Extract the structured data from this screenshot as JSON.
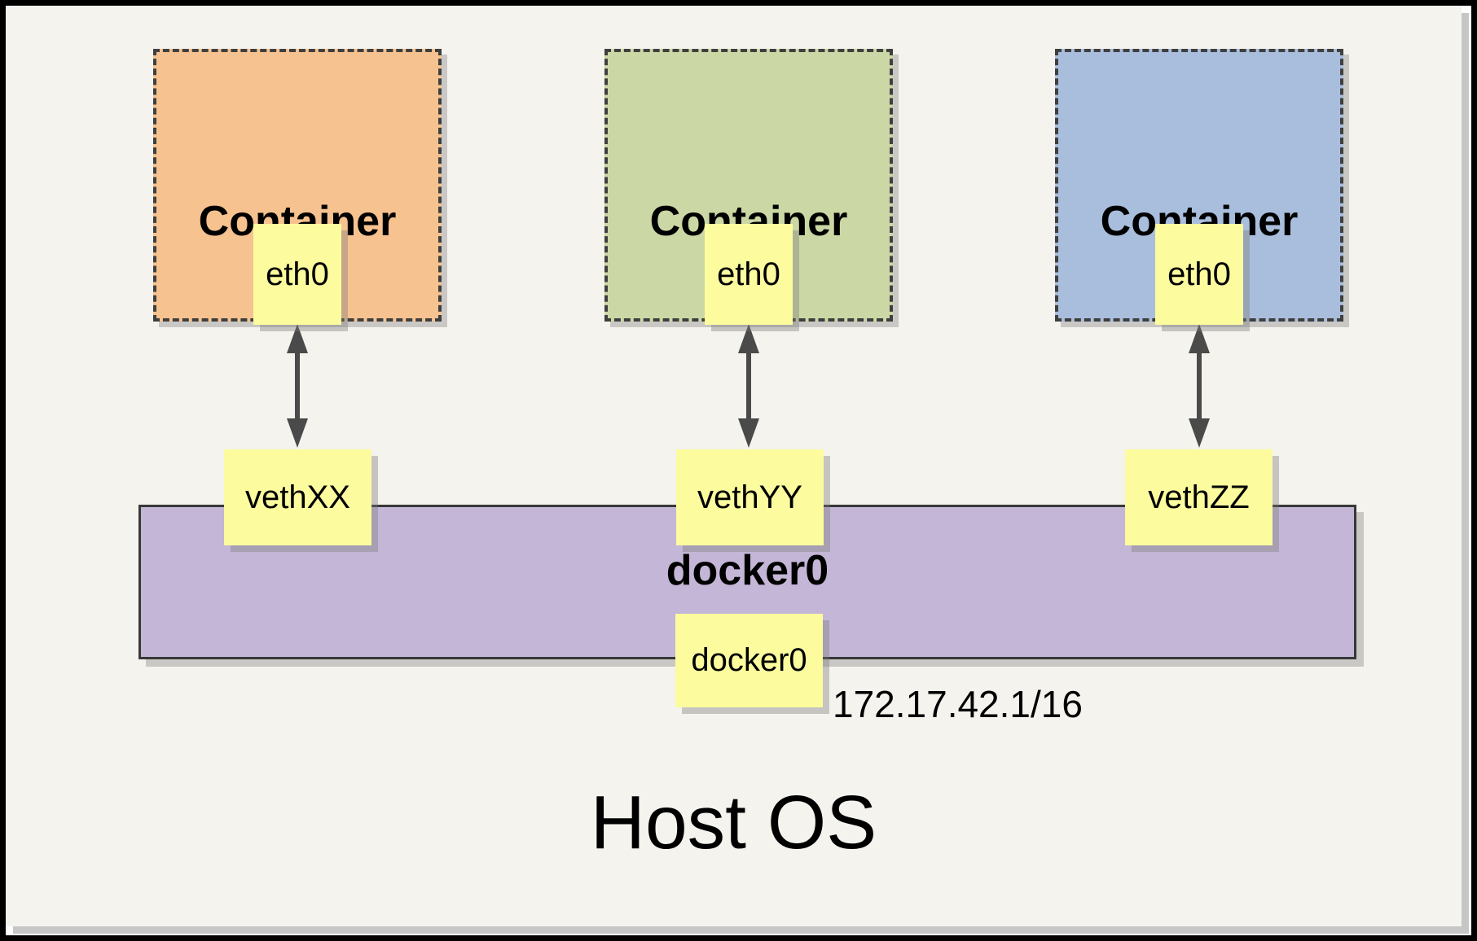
{
  "containers": [
    {
      "label": "Container",
      "interface_label": "eth0",
      "veth_label": "vethXX",
      "fill": "#F6C28F"
    },
    {
      "label": "Container",
      "interface_label": "eth0",
      "veth_label": "vethYY",
      "fill": "#CBD8A5"
    },
    {
      "label": "Container",
      "interface_label": "eth0",
      "veth_label": "vethZZ",
      "fill": "#A9BEDC"
    }
  ],
  "bridge": {
    "label": "docker0",
    "interface_label": "docker0",
    "ip_cidr": "172.17.42.1/16",
    "fill": "#C4B6D6"
  },
  "host": {
    "label": "Host OS"
  },
  "colors": {
    "panel_background": "#F4F3EE",
    "note_fill": "#FCFB9E",
    "arrow": "#4A4A4A",
    "dashed_border": "#3F3F3F",
    "frame_border": "#000000",
    "shadow": "#B9B7B0"
  }
}
